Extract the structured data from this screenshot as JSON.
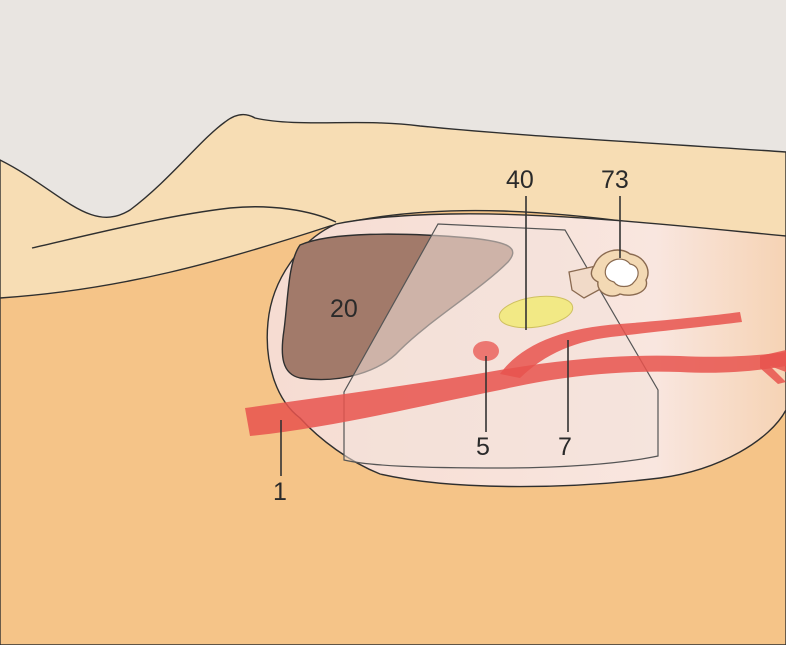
{
  "colors": {
    "background": "#E9E5E1",
    "body_skin": "#F7DDB4",
    "body_inner": "#F5C488",
    "cross_section": "#F8E2DA",
    "liver": "#A27A6A",
    "gallbladder": "#F2E985",
    "vessel": "#E8534D",
    "scan_window": "#F3E1DB"
  },
  "labels": {
    "l1": "1",
    "l5": "5",
    "l7": "7",
    "l20": "20",
    "l40": "40",
    "l73": "73"
  }
}
